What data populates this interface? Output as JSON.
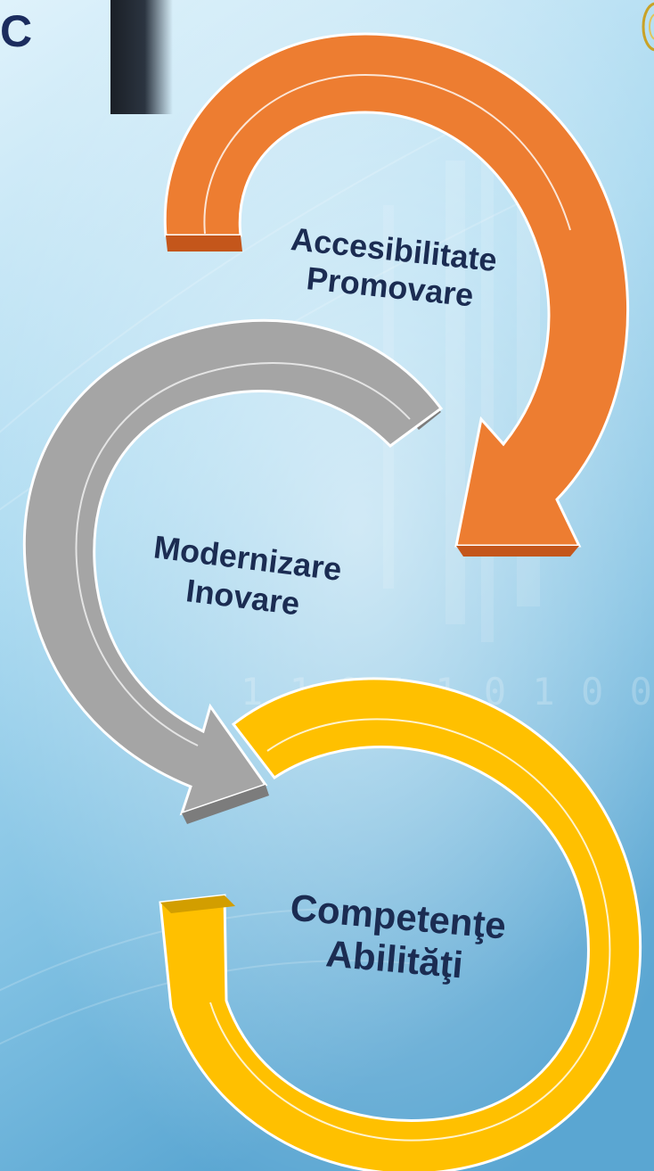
{
  "header": {
    "corner_letter": "C"
  },
  "cycle": {
    "stages": [
      {
        "line1": "Accesibilitate",
        "line2": "Promovare",
        "color": "#ed7d31"
      },
      {
        "line1": "Modernizare",
        "line2": "Inovare",
        "color": "#a5a5a5"
      },
      {
        "line1": "Competenţe",
        "line2": "Abilităţi",
        "color": "#ffc000"
      }
    ]
  },
  "background": {
    "binary_text": "1 1 0 1 1 0 1 0 0 1 0 0 1 1 0"
  },
  "colors": {
    "background_light": "#dcf1fb",
    "background_mid": "#8ec8e6",
    "label_text": "#1b2c52"
  }
}
